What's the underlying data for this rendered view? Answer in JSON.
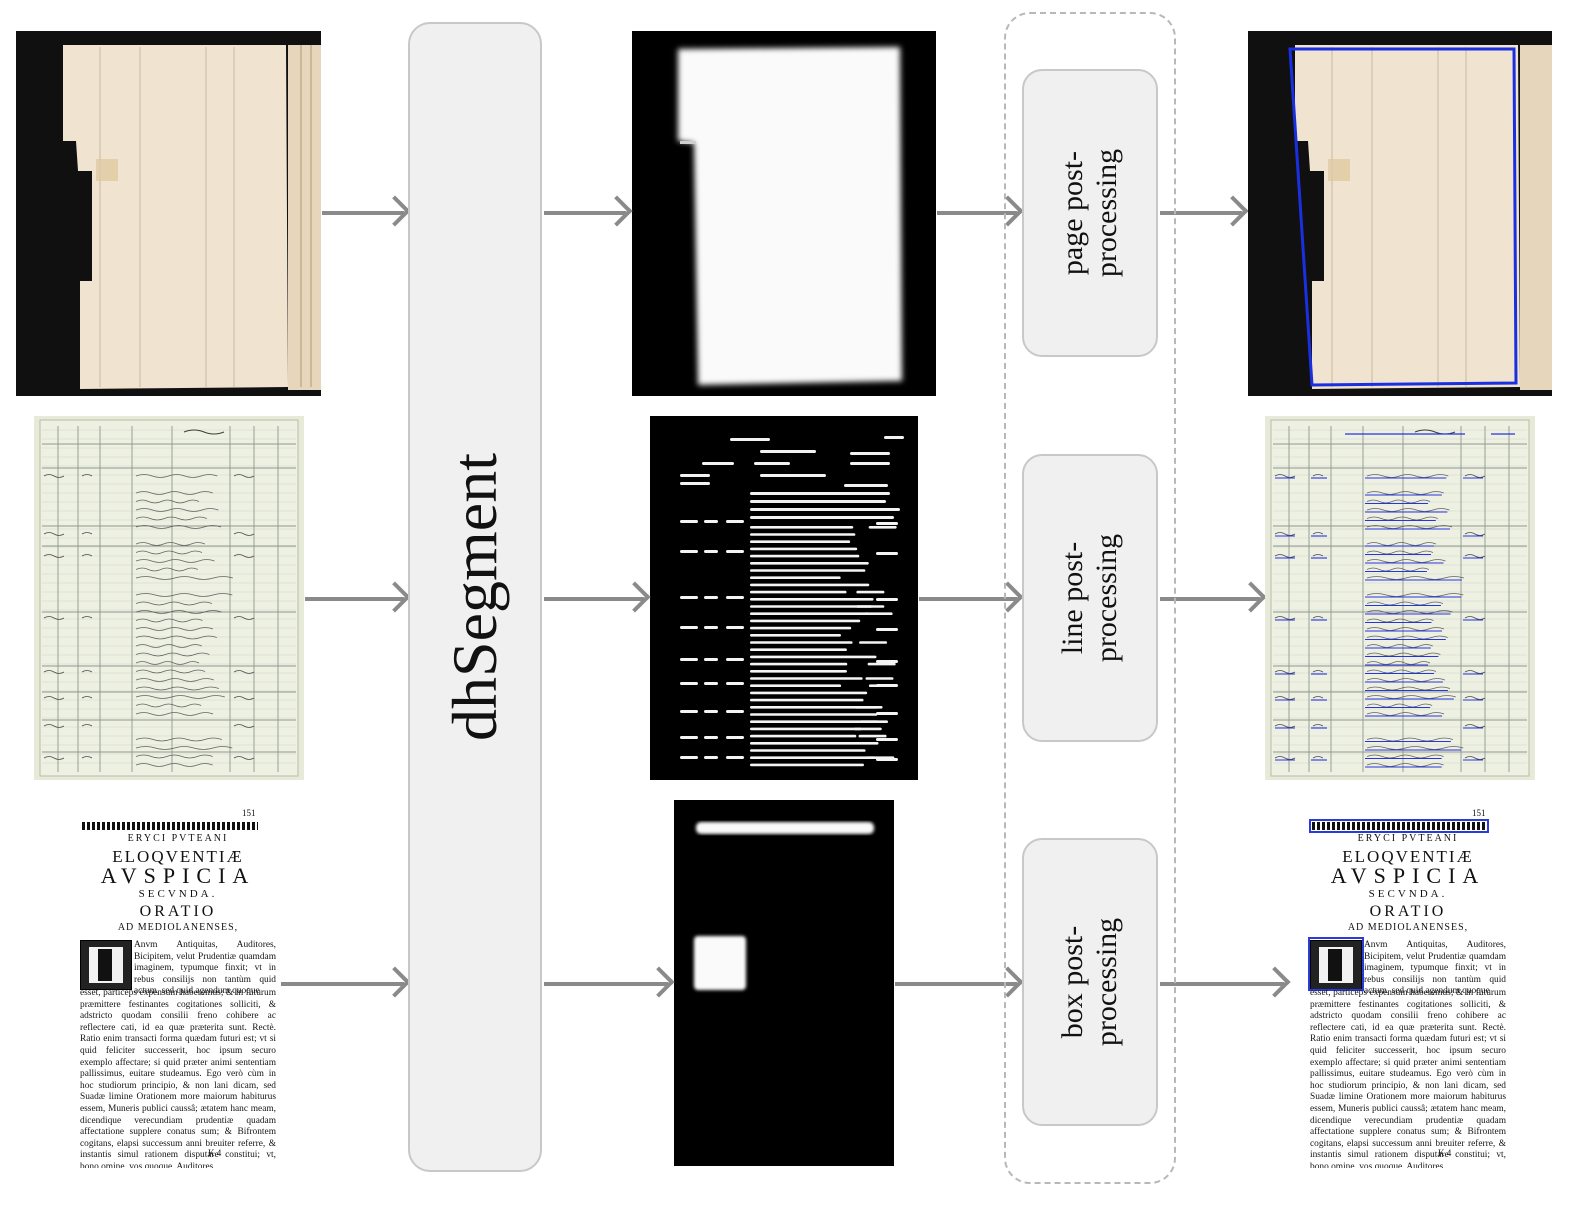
{
  "model": {
    "label": "dhSegment"
  },
  "post_processing": [
    {
      "label": "page post-\nprocessing"
    },
    {
      "label": "line post-\nprocessing"
    },
    {
      "label": "box post-\nprocessing"
    }
  ],
  "print_page": {
    "page_number": "151",
    "author": "ERYCI PVTEANI",
    "title1": "ELOQVENTIÆ",
    "title2": "AVSPICIA",
    "title3": "SECVNDA.",
    "title4": "ORATIO",
    "title5": "AD MEDIOLANENSES,",
    "first_lines": "Anvm Antiquitas, Auditores, Bicipitem, velut Prudentiæ quamdam imaginem, typumque finxit; vt in rebus consilijs non tantùm quid actum, sed quid agendum quoque",
    "body": "esset, particeps expensum haberemus; & in futurum præmittere festinantes cogitationes solliciti, & adstricto quodam consilii freno cohibere ac reflectere cati, id ea quæ præterita sunt. Rectè. Ratio enim transacti forma quædam futuri est; vt si quid feliciter successerit, hoc ipsum securo exemplo affectare; si quid præter animi sententiam pallissimus, euitare studeamus. Ego verò cùm in hoc studiorum principio, & non lani dicam, sed Suadæ limine Orationem more maiorum habiturus essem, Muneris publici caussâ; ætatem hanc meam, dicendique verecundiam prudentiæ quadam affectatione supplere conatus sum; & Bifrontem cogitans, elapsi successum anni breuiter referre, & instantis simul rationem disputare constitui; vt, bono omine, vos quoque, Auditores",
    "signature": "K 4"
  }
}
